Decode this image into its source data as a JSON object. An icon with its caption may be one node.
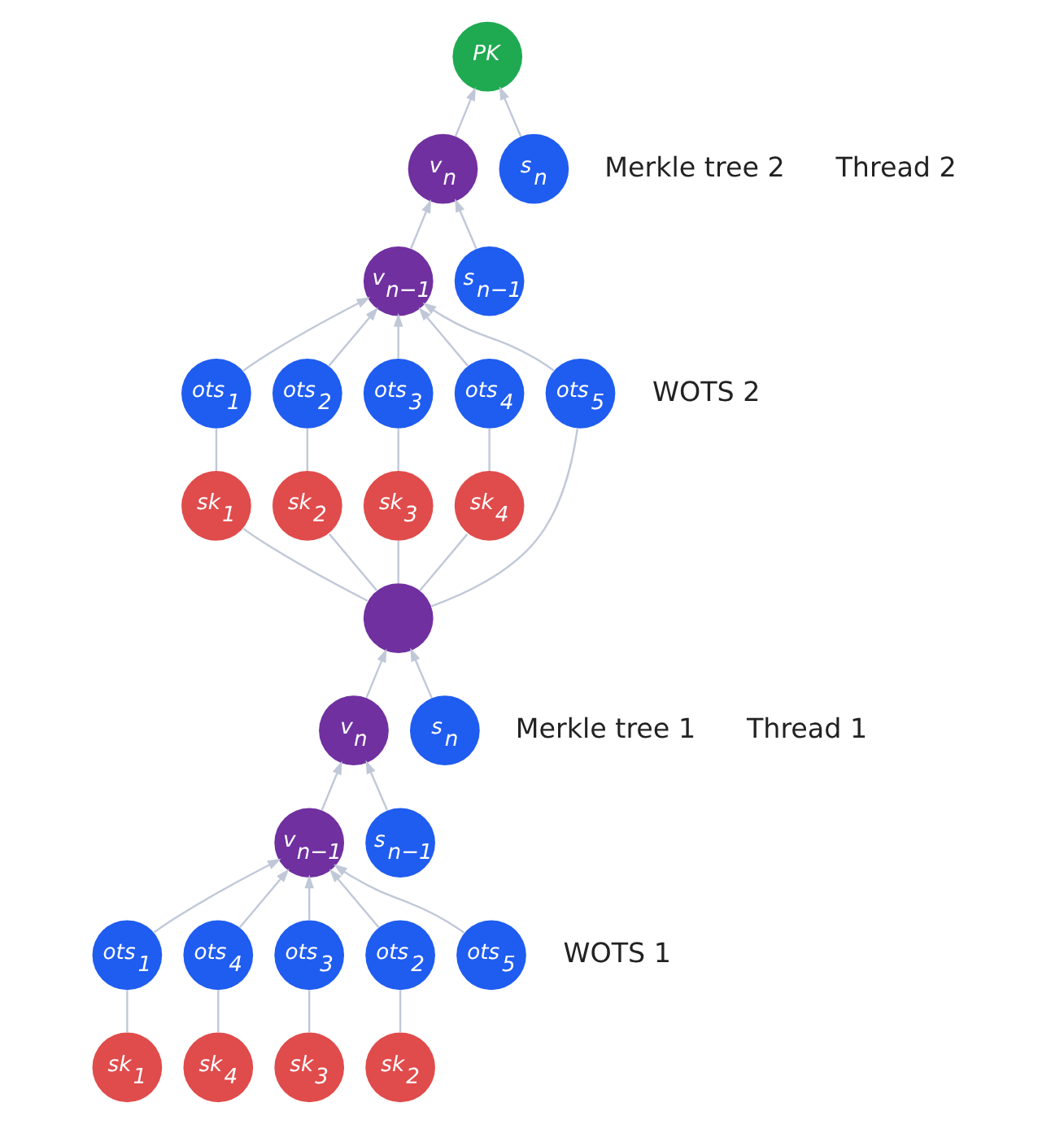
{
  "diagram": {
    "nodes": [
      {
        "text": [
          "PK"
        ]
      },
      {
        "text": [
          "v$_{n}$"
        ]
      },
      {
        "text": [
          "s$_{n}$"
        ]
      },
      {
        "text": [
          "v$_{n−1}$"
        ]
      },
      {
        "text": [
          "s$_{n−1}$"
        ]
      },
      {
        "text": [
          "ots$_{1}$"
        ]
      },
      {
        "text": [
          "ots$_{4}$"
        ]
      },
      {
        "text": [
          "ots$_{3}$"
        ]
      },
      {
        "text": [
          "ots$_{2}$"
        ]
      },
      {
        "text": [
          "sk$_{1}$"
        ]
      },
      {
        "text": [
          "sk$_{2}$"
        ]
      },
      {
        "text": [
          "sk$_{3}$"
        ]
      },
      {
        "text": [
          "sk$_{4}$"
        ]
      },
      {
        "text": [
          "ots$_{5}$"
        ]
      },
      {
        "text": [],
        "shape": "circle"
      },
      {
        "text": [
          "v$_{n}$"
        ]
      },
      {
        "text": [
          "s$_{n}$"
        ]
      },
      {
        "text": [
          "v$_{n−1}$"
        ]
      },
      {
        "text": [
          "s$_{n−1}$"
        ]
      },
      {
        "text": [
          "ots$_{1}$"
        ]
      },
      {
        "text": [
          "ots$_{4}$"
        ]
      },
      {
        "text": [
          "ots$_{3}$"
        ]
      },
      {
        "text": [
          "ots$_{2}$"
        ]
      },
      {
        "text": [
          "sk$_{1}$"
        ]
      },
      {
        "text": [
          "sk$_{2}$"
        ]
      },
      {
        "text": [
          "sk$_{3}$"
        ]
      },
      {
        "text": [
          "sk$_{4}$"
        ]
      },
      {
        "text": [
          "ots$_{5}$"
        ]
      }
    ],
    "edges": [
      {
        "from": 1,
        "to": 0,
        "arrow": "to"
      },
      {
        "from": 2,
        "to": 0,
        "arrow": "to"
      },
      {
        "from": 3,
        "to": 1,
        "arrow": "to"
      },
      {
        "from": 4,
        "to": 1,
        "arrow": "to"
      },
      {
        "from": 9,
        "to": 5,
        "arrow": "none"
      },
      {
        "from": 10,
        "to": 8,
        "arrow": "none"
      },
      {
        "from": 11,
        "to": 7,
        "arrow": "none"
      },
      {
        "from": 12,
        "to": 6,
        "arrow": "none"
      },
      {
        "from": 5,
        "to": 3,
        "arrow": "to"
      },
      {
        "from": 8,
        "to": 3,
        "arrow": "to"
      },
      {
        "from": 7,
        "to": 3,
        "arrow": "to"
      },
      {
        "from": 6,
        "to": 3,
        "arrow": "to"
      },
      {
        "from": 13,
        "to": 3,
        "arrow": "to"
      },
      {
        "from": 14,
        "to": 9,
        "arrow": "none"
      },
      {
        "from": 14,
        "to": 10,
        "arrow": "none"
      },
      {
        "from": 14,
        "to": 11,
        "arrow": "none"
      },
      {
        "from": 14,
        "to": 12,
        "arrow": "none"
      },
      {
        "from": 14,
        "to": 13,
        "arrow": "none"
      },
      {
        "from": 15,
        "to": 14,
        "arrow": "to"
      },
      {
        "from": 16,
        "to": 14,
        "arrow": "to"
      },
      {
        "from": 17,
        "to": 15,
        "arrow": "to"
      },
      {
        "from": 18,
        "to": 15,
        "arrow": "to"
      },
      {
        "from": 23,
        "to": 19,
        "arrow": "none"
      },
      {
        "from": 24,
        "to": 22,
        "arrow": "none"
      },
      {
        "from": 25,
        "to": 21,
        "arrow": "none"
      },
      {
        "from": 26,
        "to": 20,
        "arrow": "none"
      },
      {
        "from": 19,
        "to": 17,
        "arrow": "to"
      },
      {
        "from": 22,
        "to": 17,
        "arrow": "to"
      },
      {
        "from": 21,
        "to": 17,
        "arrow": "to"
      },
      {
        "from": 20,
        "to": 17,
        "arrow": "to"
      },
      {
        "from": 27,
        "to": 17,
        "arrow": "to"
      }
    ],
    "labels": [
      "Merkle tree 2",
      "Thread 2",
      "WOTS 2",
      "Merkle tree 1",
      "Thread 1",
      "WOTS 1"
    ]
  }
}
